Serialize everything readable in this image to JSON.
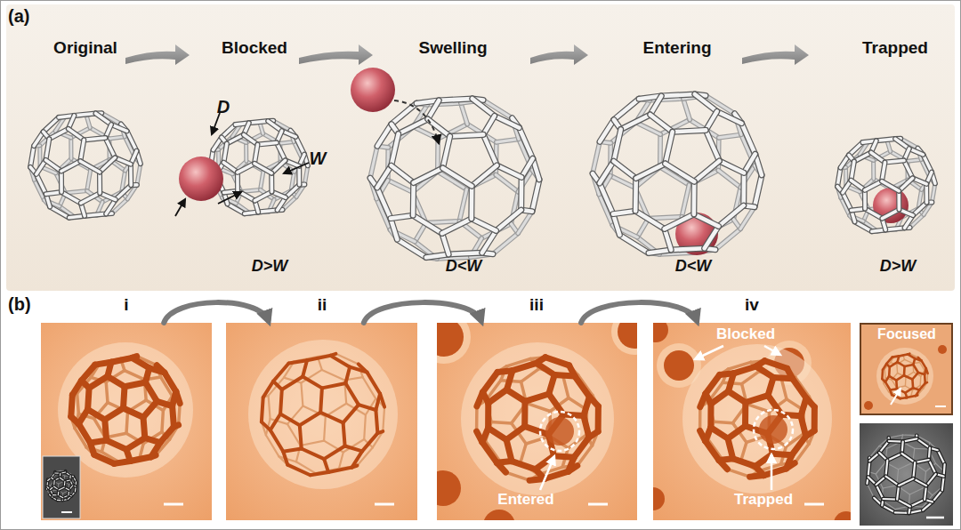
{
  "diagram": {
    "nodes": [
      {
        "text": [
          "(a)"
        ]
      },
      {
        "text": [
          "i"
        ]
      },
      {
        "text": [
          "ii"
        ]
      },
      {
        "text": [
          "iii",
          "Entered"
        ]
      },
      {
        "text": [
          "iv",
          "Blocked",
          "Trapped"
        ]
      },
      {
        "text": [
          "Focused"
        ]
      }
    ],
    "edges": [
      {
        "from": 1,
        "to": 2,
        "arrow": "to"
      },
      {
        "from": 2,
        "to": 3,
        "arrow": "to"
      },
      {
        "from": 3,
        "to": 4,
        "arrow": "to"
      }
    ],
    "labels": [
      "Original",
      "Blocked",
      "Swelling",
      "Entering",
      "Trapped",
      "D",
      "W",
      "D>W",
      "D<W",
      "D<W",
      "D>W",
      "(b)"
    ]
  }
}
